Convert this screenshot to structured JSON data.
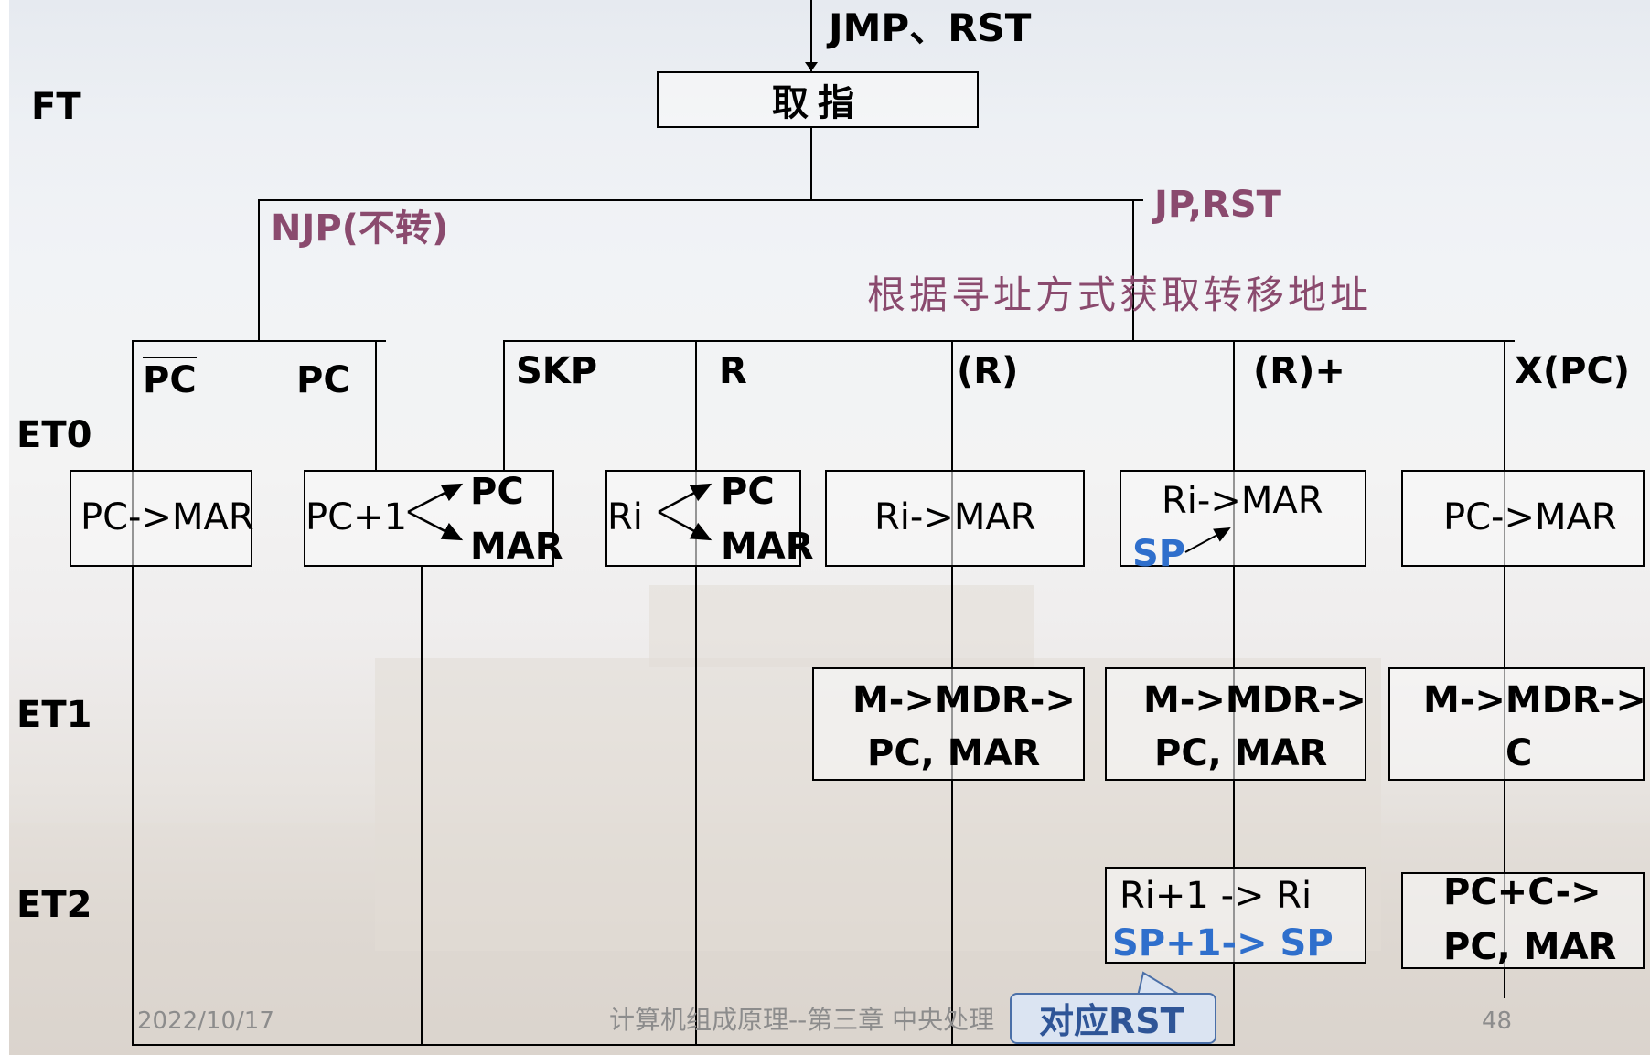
{
  "levels": {
    "ft": "FT",
    "et0": "ET0",
    "et1": "ET1",
    "et2": "ET2"
  },
  "top": {
    "entry_label": "JMP、RST",
    "fetch_box": "取指"
  },
  "branches": {
    "no_jump": "NJP(不转)",
    "jump": "JP,RST",
    "addressing_note": "根据寻址方式获取转移地址"
  },
  "columns": {
    "pc_bar": "PC",
    "pc": "PC",
    "skp": "SKP",
    "r": "R",
    "r_indirect": "(R)",
    "r_autoinc": "(R)+",
    "indexed": "X(PC)"
  },
  "et0_boxes": {
    "pc_bar": "PC->MAR",
    "pc_plus1_src": "PC+1",
    "pc_plus1_t1": "PC",
    "pc_plus1_t2": "MAR",
    "r_src": "Ri",
    "r_t1": "PC",
    "r_t2": "MAR",
    "r_indirect": "Ri->MAR",
    "r_autoinc": "Ri->MAR",
    "r_autoinc_sp": "SP",
    "indexed": "PC->MAR"
  },
  "et1_boxes": {
    "r_indirect_l1": "M->MDR->",
    "r_indirect_l2": "PC, MAR",
    "r_autoinc_l1": "M->MDR->",
    "r_autoinc_l2": "PC, MAR",
    "indexed_l1": "M->MDR->",
    "indexed_l2": "C"
  },
  "et2_boxes": {
    "r_autoinc_l1": "Ri+1 -> Ri",
    "r_autoinc_l2": "SP+1-> SP",
    "indexed_l1": "PC+C->",
    "indexed_l2": "PC, MAR"
  },
  "footer": {
    "date": "2022/10/17",
    "title": "计算机组成原理--第三章 中央处理",
    "page": "48",
    "callout": "对应RST"
  },
  "colors": {
    "purple": "#8a4a6e",
    "blue": "#2f6fcc",
    "callout_fill": "#dbe4f2",
    "callout_border": "#4a6fa8"
  }
}
